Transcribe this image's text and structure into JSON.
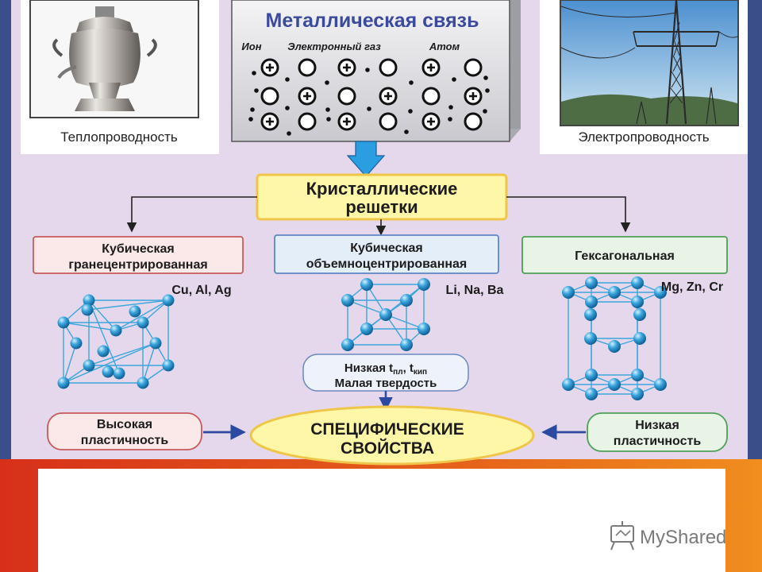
{
  "slide": {
    "heat_caption": "Теплопроводность",
    "electro_caption": "Электропроводность",
    "metal_bond": {
      "title": "Металлическая связь",
      "legend_ion": "Ион",
      "legend_gas": "Электронный газ",
      "legend_atom": "Атом"
    },
    "crystal_title_line1": "Кристаллические",
    "crystal_title_line2": "решетки",
    "lattices": [
      {
        "name_line1": "Кубическая",
        "name_line2": "гранецентрированная",
        "metals": "Cu, Al, Ag"
      },
      {
        "name_line1": "Кубическая",
        "name_line2": "объемноцентрированная",
        "metals": "Li, Na, Ba"
      },
      {
        "name_line1": "Гексагональная",
        "name_line2": "",
        "metals": "Mg, Zn, Cr"
      }
    ],
    "bcc_props_line1": "Низкая t",
    "bcc_props_sub1": "пл",
    "bcc_props_sep": ", t",
    "bcc_props_sub2": "кип",
    "bcc_props_line2": "Малая твердость",
    "high_plasticity_line1": "Высокая",
    "high_plasticity_line2": "пластичность",
    "low_plasticity_line1": "Низкая",
    "low_plasticity_line2": "пластичность",
    "specific_line1": "СПЕЦИФИЧЕСКИЕ",
    "specific_line2": "СВОЙСТВА"
  },
  "footer": {
    "logo_text": "MyShared"
  },
  "colors": {
    "panel_bg": "#e6d8ec",
    "frame_blue": "#3a4f8a",
    "footer_red": "#d9361a",
    "footer_orange": "#ef8a1c",
    "atom_blue": "#3ba6dd",
    "title_blue": "#3b4a9c",
    "arrow_blue": "#2d79c7",
    "crystal_box_yellow": "#fff7a8"
  }
}
